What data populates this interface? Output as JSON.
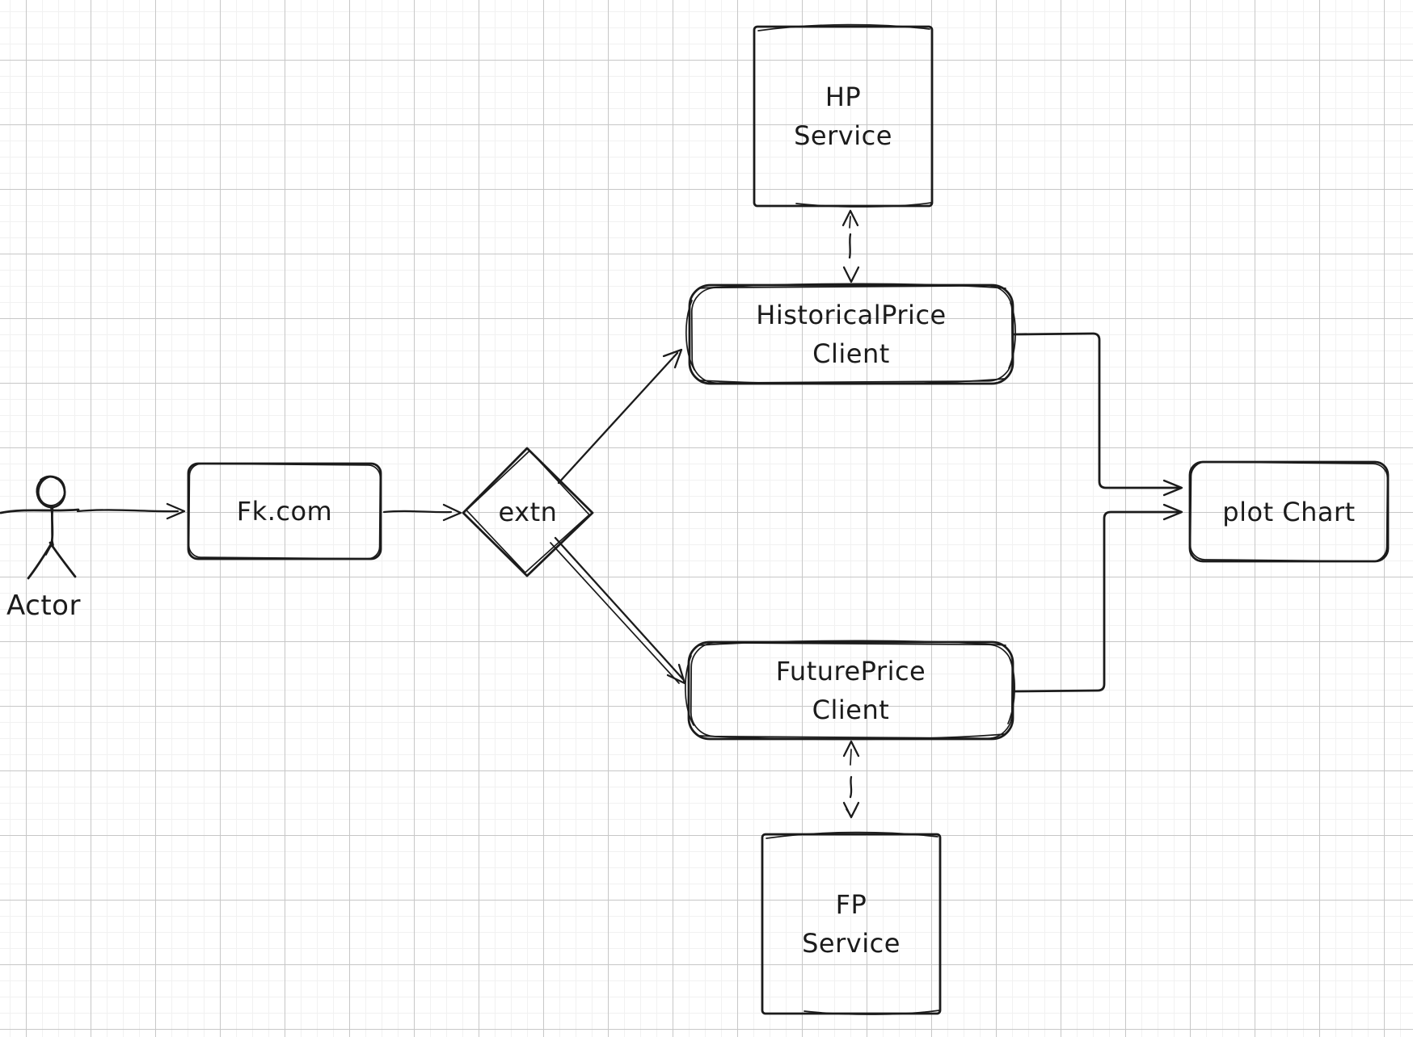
{
  "app": {
    "type": "hand-drawn architecture diagram on grid whiteboard"
  },
  "colors": {
    "stroke": "#1b1b1b",
    "background": "#ffffff",
    "grid_minor": "#f1f1f1",
    "grid_major": "#c7c7c7"
  },
  "diagram": {
    "nodes": {
      "actor": {
        "label": "Actor",
        "shape": "stick-figure"
      },
      "fkcom": {
        "label": "Fk.com",
        "shape": "rectangle"
      },
      "extn": {
        "label": "extn",
        "shape": "diamond"
      },
      "historical_client": {
        "label": "HistoricalPrice\nClient",
        "shape": "rounded-rectangle"
      },
      "hp_service": {
        "label": "HP\nService",
        "shape": "square"
      },
      "future_client": {
        "label": "FuturePrice\nClient",
        "shape": "rounded-rectangle"
      },
      "fp_service": {
        "label": "FP\nService",
        "shape": "square"
      },
      "plot_chart": {
        "label": "plot Chart",
        "shape": "rectangle"
      }
    },
    "edges": [
      {
        "from": "Actor",
        "to": "Fk.com",
        "style": "solid-arrow"
      },
      {
        "from": "Fk.com",
        "to": "extn",
        "style": "solid-arrow"
      },
      {
        "from": "extn",
        "to": "HistoricalPrice Client",
        "style": "solid-arrow"
      },
      {
        "from": "extn",
        "to": "FuturePrice Client",
        "style": "solid-arrow"
      },
      {
        "from": "HP Service",
        "to": "HistoricalPrice Client",
        "style": "dashed-bidirectional-arrow"
      },
      {
        "from": "FP Service",
        "to": "FuturePrice Client",
        "style": "dashed-bidirectional-arrow"
      },
      {
        "from": "HistoricalPrice Client",
        "to": "plot Chart",
        "style": "elbow-arrow"
      },
      {
        "from": "FuturePrice Client",
        "to": "plot Chart",
        "style": "elbow-arrow"
      }
    ]
  }
}
